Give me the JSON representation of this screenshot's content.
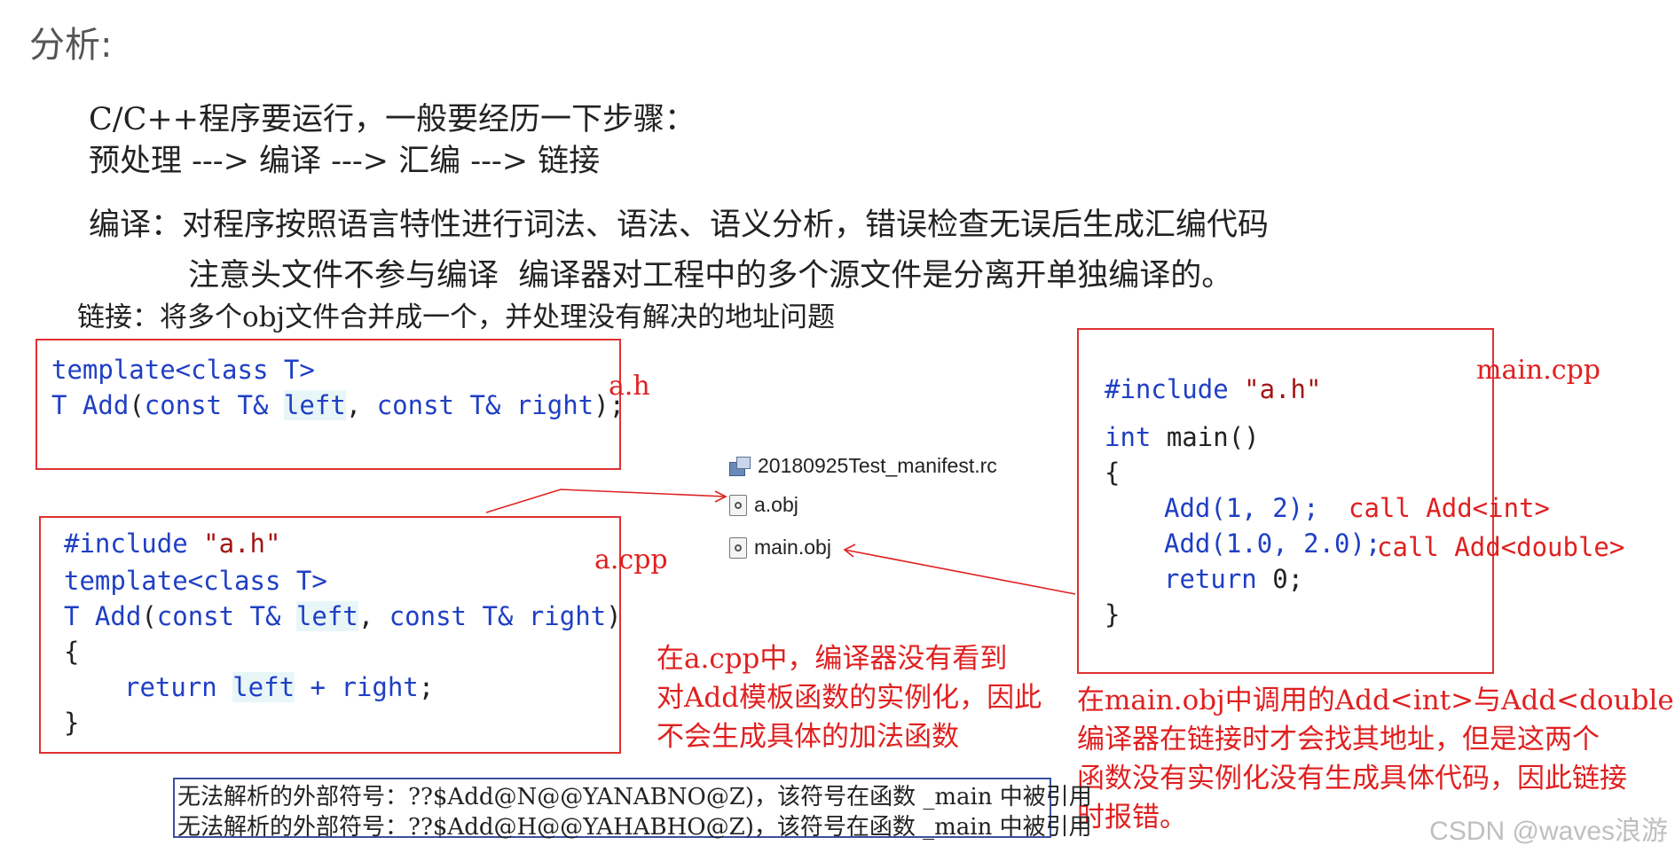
{
  "title": "分析:",
  "intro": {
    "line1": "C/C++程序要运行，一般要经历一下步骤：",
    "line2": "预处理 ---> 编译 ---> 汇编 ---> 链接",
    "compile": "编译：对程序按照语言特性进行词法、语法、语义分析，错误检查无误后生成汇编代码",
    "compile_note": "注意头文件不参与编译  编译器对工程中的多个源文件是分离开单独编译的。",
    "link": "链接：将多个obj文件合并成一个，并处理没有解决的地址问题"
  },
  "a_h": {
    "filename": "a.h",
    "template_kw": "template<class T>",
    "decl_T": "T",
    "decl_add": " Add",
    "decl_paren": "(",
    "decl_const1": "const T& ",
    "decl_left": "left",
    "decl_comma": ", ",
    "decl_const2": "const T& right",
    "decl_end": ");"
  },
  "a_cpp": {
    "filename": "a.cpp",
    "include_kw": "#include ",
    "include_str": "\"a.h\"",
    "template_kw": "template<class T>",
    "sig_T": "T",
    "sig_add": " Add",
    "sig_open": "(",
    "sig_const1": "const T& ",
    "sig_left": "left",
    "sig_comma": ", ",
    "sig_const2": "const T& right",
    "sig_close": ")",
    "brace_open": "{",
    "ret_kw": "return ",
    "ret_left": "left",
    "ret_rest": " + right",
    "ret_semi": ";",
    "brace_close": "}"
  },
  "main_cpp": {
    "filename": "main.cpp",
    "include_kw": "#include ",
    "include_str": "\"a.h\"",
    "int_kw": "int",
    "main_sig": " main()",
    "brace_open": "{",
    "call1": "Add(1, 2);",
    "call1_note": "call Add<int>",
    "call2": "Add(1.0, 2.0);",
    "call2_note": "call Add<double>",
    "ret_kw": "return",
    "ret_val": " 0;",
    "brace_close": "}"
  },
  "files": {
    "rc": "20180925Test_manifest.rc",
    "aobj": "a.obj",
    "mainobj": "main.obj"
  },
  "notes": {
    "acpp_1": "在a.cpp中，编译器没有看到",
    "acpp_2": "对Add模板函数的实例化，因此",
    "acpp_3": "不会生成具体的加法函数",
    "main_1": "在main.obj中调用的Add<int>与Add<double>,",
    "main_2": "编译器在链接时才会找其地址，但是这两个",
    "main_3": "函数没有实例化没有生成具体代码，因此链接",
    "main_4": "时报错。"
  },
  "errors": {
    "line1": "无法解析的外部符号：??$Add@N@@YANABNO@Z)，该符号在函数 _main 中被引用",
    "line2": "无法解析的外部符号：??$Add@H@@YAHABHO@Z)，该符号在函数 _main 中被引用"
  },
  "watermark": "CSDN @waves浪游",
  "colors": {
    "code_blue": "#1f3fc4",
    "note_red": "#e02020",
    "box_red": "#e03030",
    "error_box_border": "#3b4f9f"
  }
}
